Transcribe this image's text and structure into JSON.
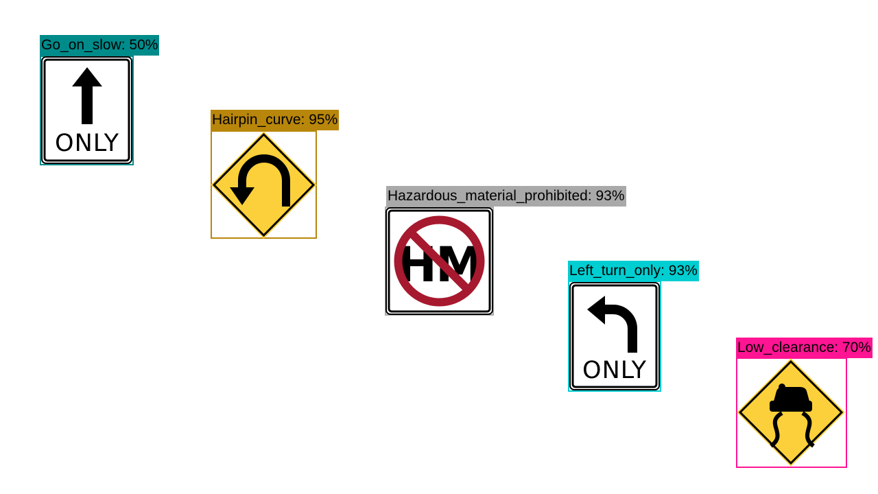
{
  "detections": [
    {
      "label": "Go_on_slow: 50%",
      "color": "#008b8b",
      "label_bg": "#008b8b",
      "sign_text": "ONLY"
    },
    {
      "label": "Hairpin_curve: 95%",
      "color": "#b8860b",
      "label_bg": "#b8860b"
    },
    {
      "label": "Hazardous_material_prohibited: 93%",
      "color": "#a9a9a9",
      "label_bg": "#a9a9a9",
      "sign_text": "HM"
    },
    {
      "label": "Left_turn_only: 93%",
      "color": "#00ced1",
      "label_bg": "#00ced1",
      "sign_text": "ONLY"
    },
    {
      "label": "Low_clearance: 70%",
      "color": "#ff1493",
      "label_bg": "#ff1493"
    }
  ],
  "sign_colors": {
    "warning_yellow": "#fcd03a",
    "prohibition_red": "#a6192e",
    "black": "#000000",
    "white": "#ffffff"
  }
}
